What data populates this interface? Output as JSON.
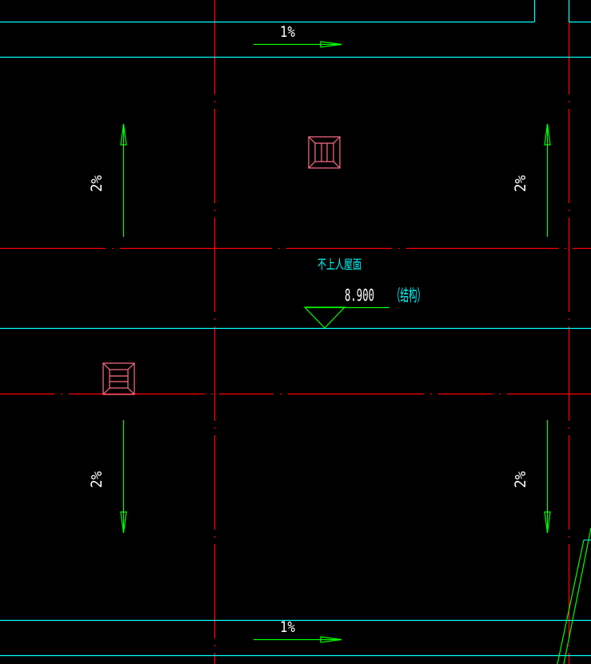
{
  "drawing": {
    "slope_top": "1%",
    "slope_bottom": "1%",
    "slope_left_upper": "2%",
    "slope_right_upper": "2%",
    "slope_left_lower": "2%",
    "slope_right_lower": "2%",
    "roof_label": "不上人屋面",
    "elevation_value": "8.900",
    "elevation_note": "（结构）"
  },
  "colors": {
    "background": "#000000",
    "axis_red": "#ff0000",
    "wall_cyan": "#00ffff",
    "arrow_green": "#00ff00",
    "drain_pink": "#ff6f8a",
    "text_white": "#ffffff"
  }
}
